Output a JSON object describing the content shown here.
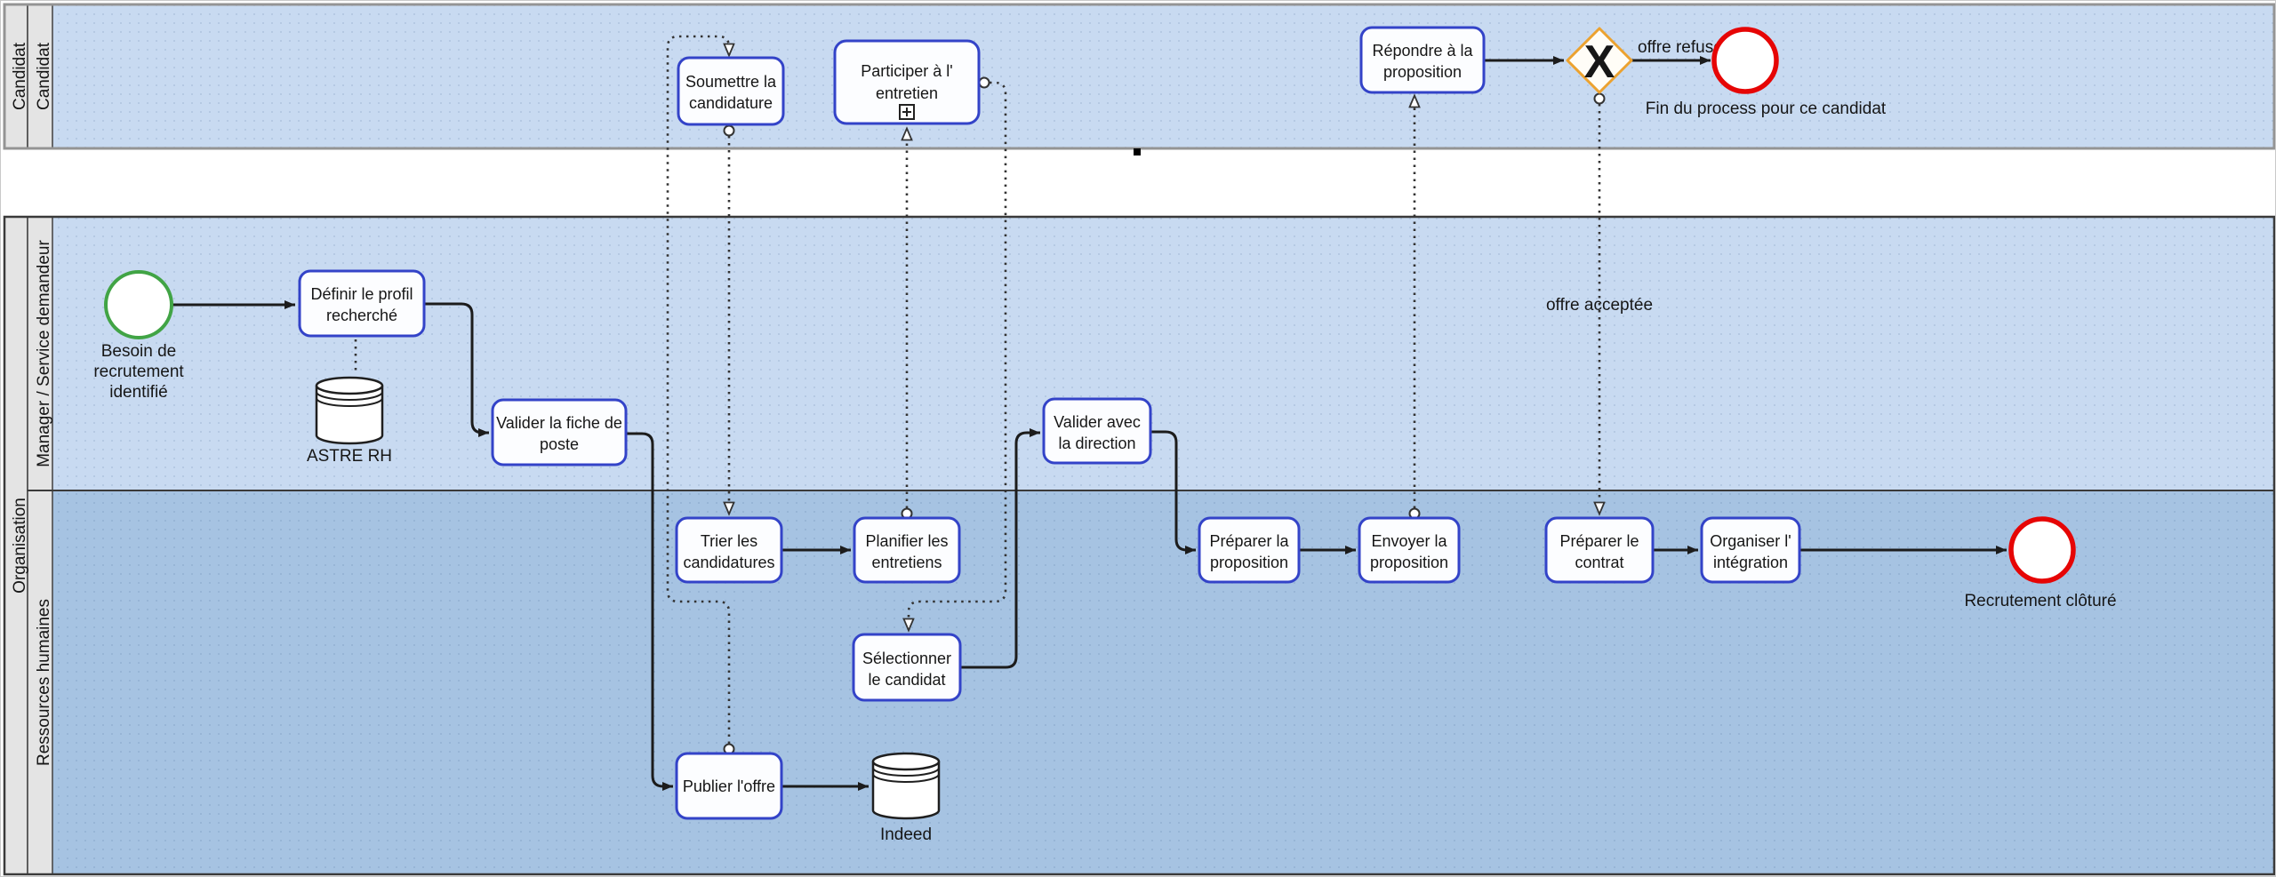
{
  "diagram_type": "bpmn-recruitment-process",
  "pools": [
    {
      "label": "Candidat",
      "lanes": [
        {
          "label": "Candidat"
        }
      ]
    },
    {
      "label": "Organisation",
      "lanes": [
        {
          "label": "Manager / Service demandeur"
        },
        {
          "label": "Ressources humaines"
        }
      ]
    }
  ],
  "tasks": {
    "definir": {
      "lines": [
        "Définir le profil",
        "recherché"
      ]
    },
    "valider_fiche": {
      "lines": [
        "Valider la fiche de",
        "poste"
      ]
    },
    "publier": {
      "lines": [
        "Publier l'offre"
      ]
    },
    "trier": {
      "lines": [
        "Trier les",
        "candidatures"
      ]
    },
    "planifier": {
      "lines": [
        "Planifier les",
        "entretiens"
      ]
    },
    "selectionner": {
      "lines": [
        "Sélectionner",
        "le candidat"
      ]
    },
    "valider_direction": {
      "lines": [
        "Valider avec",
        "la direction"
      ]
    },
    "preparer_proposition": {
      "lines": [
        "Préparer la",
        "proposition"
      ]
    },
    "envoyer": {
      "lines": [
        "Envoyer la",
        "proposition"
      ]
    },
    "preparer_contrat": {
      "lines": [
        "Préparer le",
        "contrat"
      ]
    },
    "organiser": {
      "lines": [
        "Organiser l'",
        "intégration"
      ]
    },
    "soumettre": {
      "lines": [
        "Soumettre la",
        "candidature"
      ]
    },
    "participer": {
      "lines": [
        "Participer à l'",
        "entretien"
      ]
    },
    "repondre": {
      "lines": [
        "Répondre à la",
        "proposition"
      ]
    }
  },
  "events": {
    "start_besoin": {
      "lines": [
        "Besoin de",
        "recrutement",
        "identifié"
      ]
    },
    "end_fin": {
      "label": "Fin du process pour ce candidat"
    },
    "end_recrutement": {
      "label": "Recrutement clôturé"
    }
  },
  "gateways": {
    "exclusive": {
      "marker": "X"
    }
  },
  "flow_labels": {
    "offre_refusee": "offre refusée",
    "offre_acceptee": "offre acceptée"
  },
  "data_stores": {
    "astre": {
      "label": "ASTRE RH"
    },
    "indeed": {
      "label": "Indeed"
    }
  },
  "colors": {
    "lane_light": "#c8daf1",
    "lane_dark": "#a6c3e2",
    "lane_header": "#e4e4e4",
    "task_fill": "#fcfdff",
    "task_border": "#3343c8",
    "gateway_border": "#eca22f",
    "start_border": "#41a445",
    "end_border": "#e60505",
    "flow": "#1c1c1c"
  }
}
